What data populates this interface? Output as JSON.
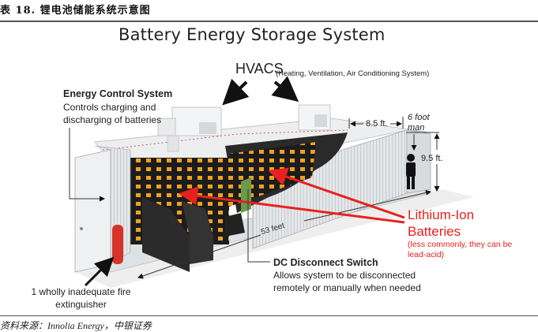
{
  "caption": "表 18. 锂电池储能系统示意图",
  "source": "资料来源：Innolia Energy，中银证券",
  "diagram": {
    "title": "Battery Energy Storage System",
    "labels": {
      "hvacs": "HVACS",
      "hvacs_sub": "(Heating, Ventilation, Air Conditioning System)",
      "ecs_title": "Energy Control System",
      "ecs_desc": "Controls charging and discharging of batteries",
      "width_dim": "8.5 ft.",
      "man": "6 foot man",
      "height_dim": "9.5 ft.",
      "length_dim": "53 feet",
      "li_title": "Lithium-Ion Batteries",
      "li_sub": "(less commonly, they can be lead-acid)",
      "dc_title": "DC Disconnect Switch",
      "dc_desc": "Allows system to be disconnected remotely or manually when needed",
      "fire": "1 wholly inadequate fire extinguisher"
    },
    "colors": {
      "accent_red": "#e8211d",
      "battery_orange": "#f0a020",
      "rack_dark": "#1e1e1e",
      "container": "#e6e8ea"
    }
  }
}
